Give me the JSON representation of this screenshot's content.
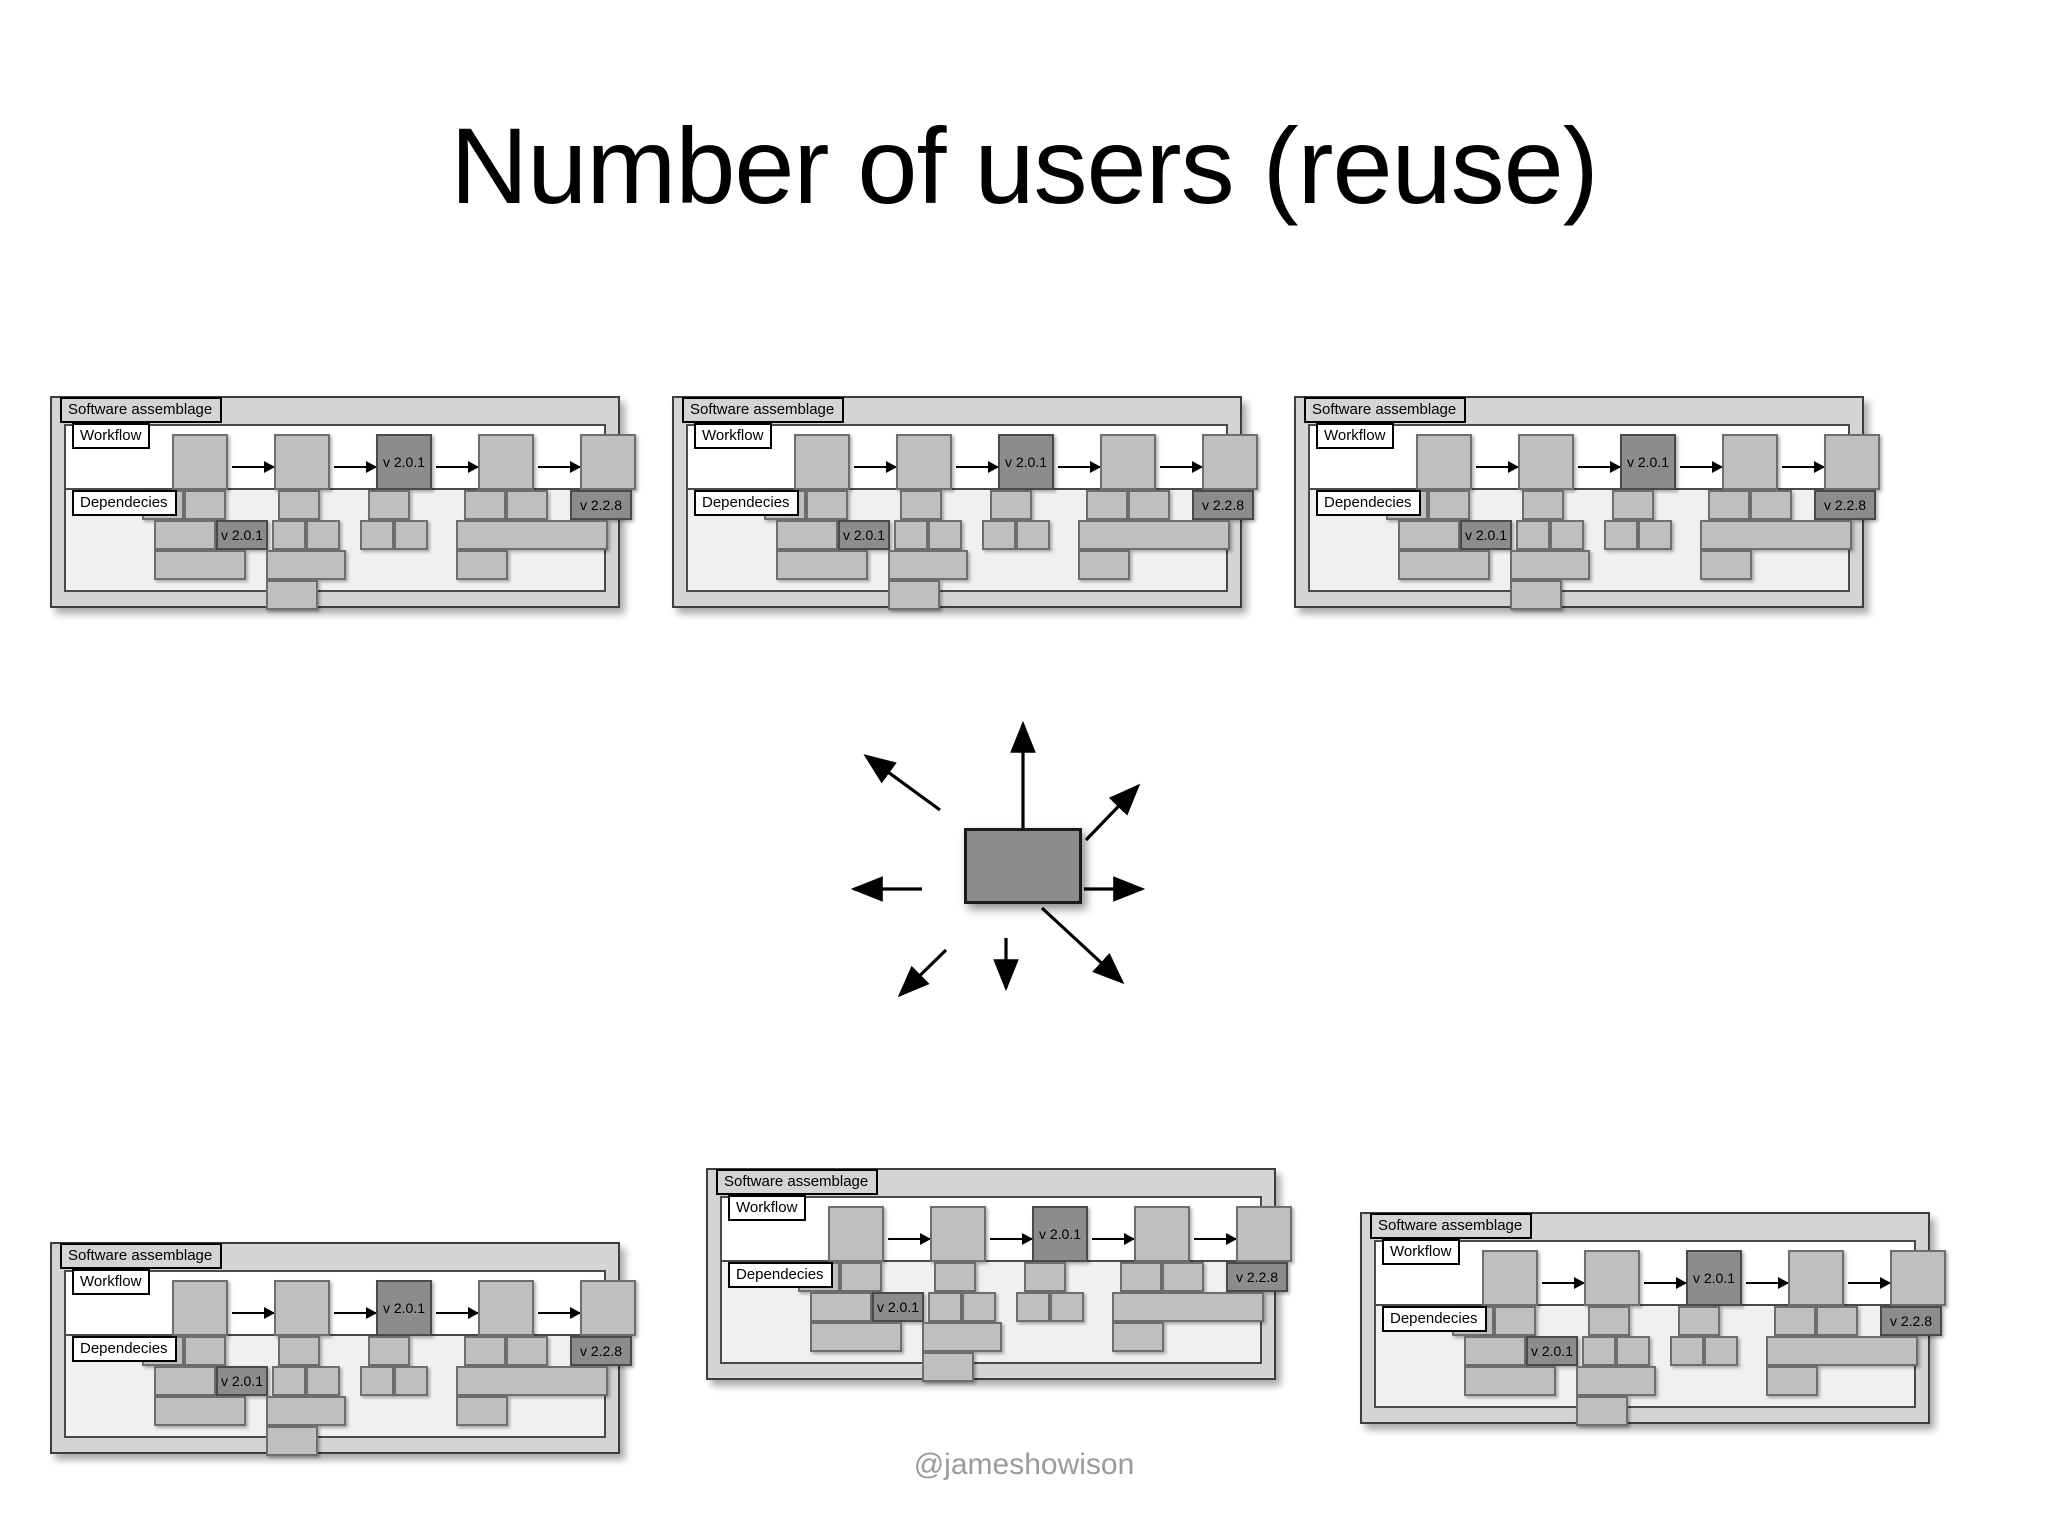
{
  "slide": {
    "title": "Number of users (reuse)",
    "footer": "@jameshowison",
    "background_color": "#ffffff",
    "title_color": "#000000",
    "footer_color": "#9b9b9b"
  },
  "colors": {
    "assemblage_fill": "#d4d4d4",
    "inner_fill": "#f0f0f0",
    "workflow_fill": "#ffffff",
    "node_fill": "#bfbfbf",
    "node_highlight_fill": "#8c8c8c",
    "node_border": "#6e6e6e",
    "outline": "#3d3d3d",
    "arrow": "#000000"
  },
  "diagram_labels": {
    "assemblage": "Software assemblage",
    "workflow": "Workflow",
    "dependencies": "Dependecies",
    "workflow_version": "v 2.0.1",
    "dependency_version": "v 2.0.1",
    "tail_version": "v 2.2.8"
  },
  "assemblages": [
    {
      "id": "assemblage-top-left",
      "position": "top-left"
    },
    {
      "id": "assemblage-top-center",
      "position": "top-center"
    },
    {
      "id": "assemblage-top-right",
      "position": "top-right"
    },
    {
      "id": "assemblage-bottom-left",
      "position": "bottom-left"
    },
    {
      "id": "assemblage-bottom-center",
      "position": "bottom-center"
    },
    {
      "id": "assemblage-bottom-right",
      "position": "bottom-right"
    }
  ],
  "radial": {
    "name": "reused-component",
    "arrow_count": 8,
    "directions": [
      "up",
      "up-right",
      "right",
      "down-right",
      "down",
      "down-left",
      "left",
      "up-left"
    ],
    "box_fill": "#8c8c8c",
    "box_border": "#1a1a1a"
  },
  "chart_data": {
    "type": "diagram",
    "title": "Number of users (reuse)",
    "description": "One reused software component (center box) is consumed by six separate software assemblages, indicated by eight radiating arrows.",
    "center_node": "reused component",
    "consumer_count": 6,
    "radiating_arrows": 8,
    "per_assemblage": {
      "workflow_steps": 5,
      "workflow_highlighted_step_index": 2,
      "workflow_highlight_label": "v 2.0.1",
      "dependency_rows": 3,
      "dependency_highlight_label": "v 2.0.1",
      "dependency_tail_label": "v 2.2.8"
    }
  }
}
